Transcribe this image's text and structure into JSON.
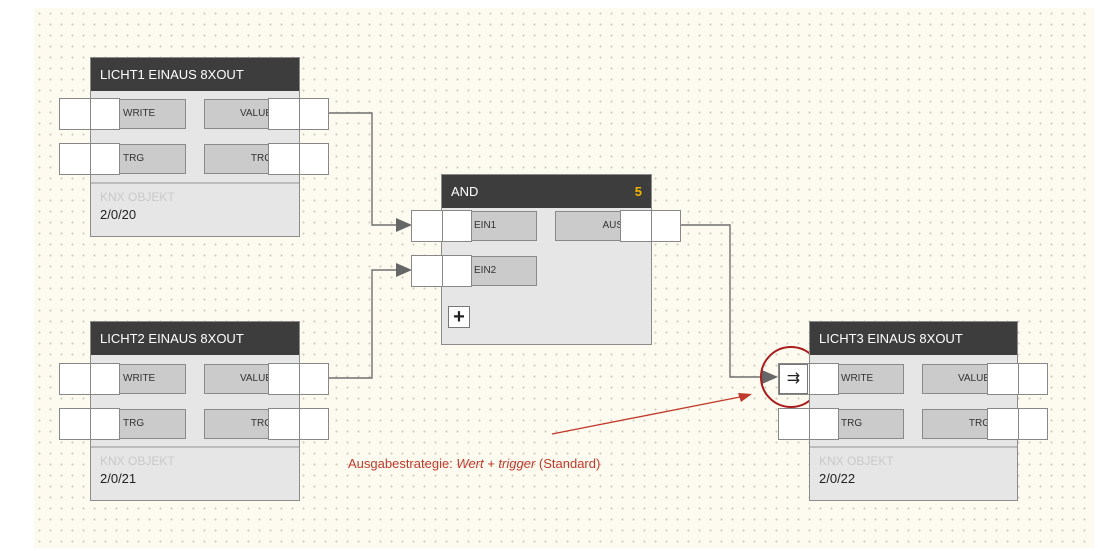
{
  "nodes": {
    "licht1": {
      "title": "LICHT1 EINAUS 8XOUT",
      "type_label": "KNX OBJEKT",
      "address": "2/0/20",
      "ports": {
        "in_write": "WRITE",
        "in_trg": "TRG",
        "out_value": "VALUE",
        "out_trg": "TRG"
      }
    },
    "licht2": {
      "title": "LICHT2 EINAUS 8XOUT",
      "type_label": "KNX OBJEKT",
      "address": "2/0/21",
      "ports": {
        "in_write": "WRITE",
        "in_trg": "TRG",
        "out_value": "VALUE",
        "out_trg": "TRG"
      }
    },
    "and": {
      "title": "AND",
      "number": "5",
      "add_symbol": "+",
      "ports": {
        "in1": "EIN1",
        "in2": "EIN2",
        "out": "AUS"
      }
    },
    "licht3": {
      "title": "LICHT3 EINAUS 8XOUT",
      "type_label": "KNX OBJEKT",
      "address": "2/0/22",
      "strategy_symbol": "⇉",
      "ports": {
        "in_write": "WRITE",
        "in_trg": "TRG",
        "out_value": "VALUE",
        "out_trg": "TRG"
      }
    }
  },
  "annotation": {
    "prefix": "Ausgabestrategie: ",
    "italic": "Wert + trigger",
    "suffix": " (Standard)"
  },
  "colors": {
    "annotation": "#c0392b",
    "wire": "#707070",
    "header": "#3d3d3d",
    "node_number": "#f0b400"
  }
}
